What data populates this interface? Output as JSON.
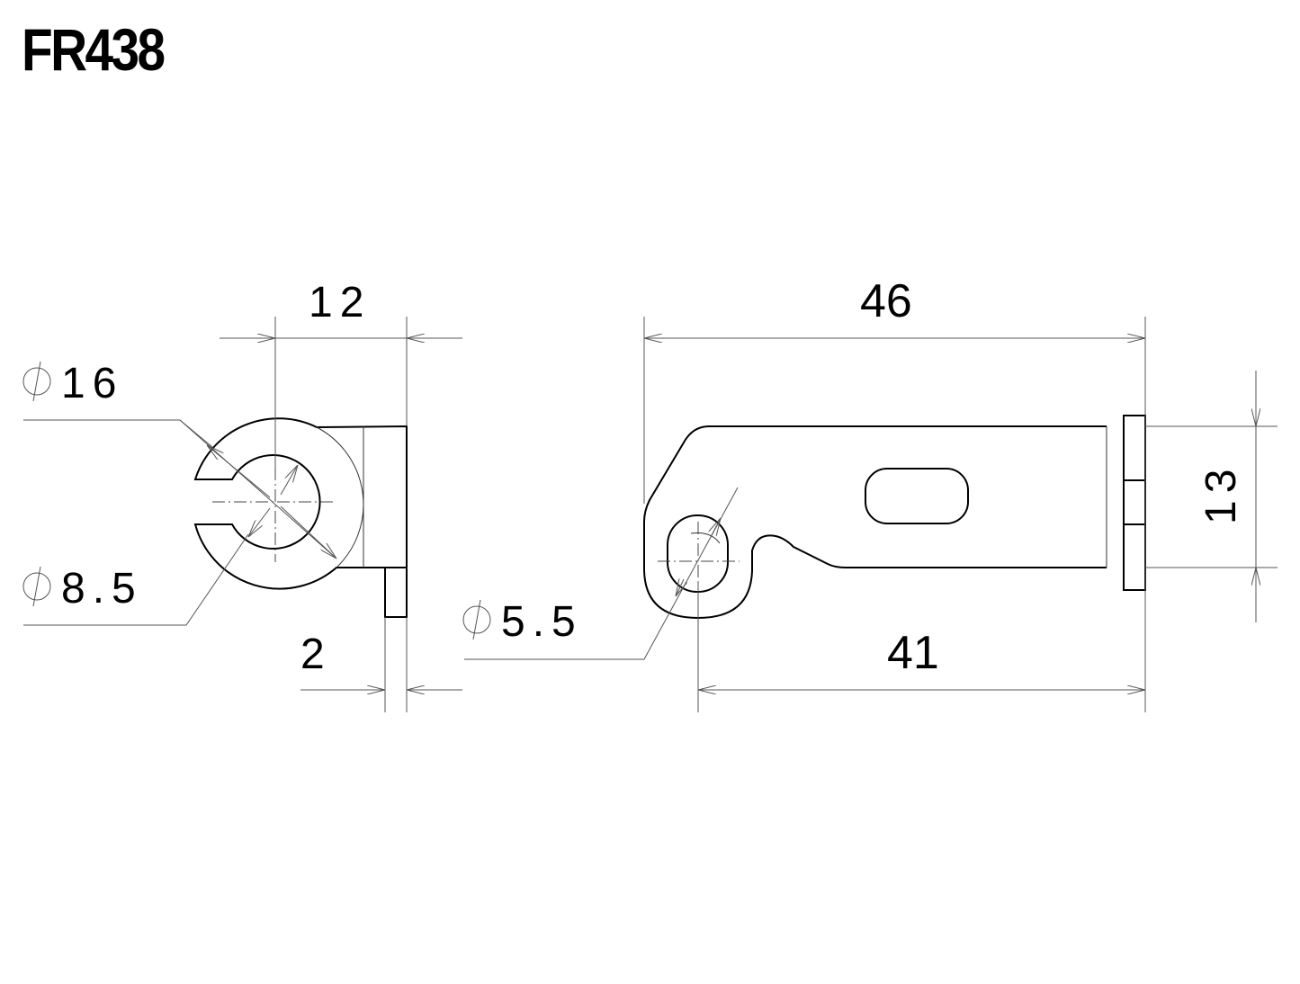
{
  "title": "FR438",
  "diagram": {
    "type": "technical-drawing",
    "units": "mm",
    "front_view": {
      "dimensions": {
        "width_top": "12",
        "outer_diameter": "16",
        "inner_diameter": "8.5",
        "thickness": "2"
      }
    },
    "side_view": {
      "dimensions": {
        "overall_length": "46",
        "hole_to_end": "41",
        "height": "13",
        "hole_diameter": "5.5"
      }
    },
    "phi_symbol": "diameter-symbol",
    "line_color": "#000000",
    "dimension_line_color": "#555555"
  }
}
